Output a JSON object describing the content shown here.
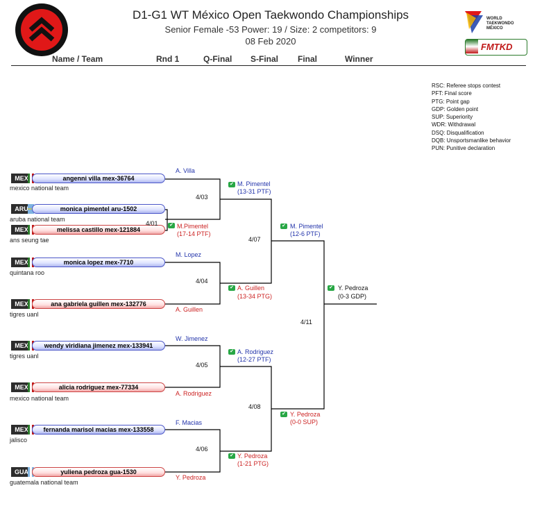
{
  "header": {
    "title": "D1-G1 WT México Open Taekwondo Championships",
    "subtitle": "Senior Female -53 Power: 19 / Size: 2 competitors: 9",
    "date": "08 Feb 2020",
    "logo_wt": "WORLD TAEKWONDO MÉXICO",
    "logo_fmtkd": "FMTKD"
  },
  "columns": [
    "Name / Team",
    "Rnd 1",
    "Q-Final",
    "S-Final",
    "Final",
    "Winner"
  ],
  "legend": [
    "RSC: Referee stops contest",
    "PFT: Final score",
    "PTG: Point gap",
    "GDP: Golden point",
    "SUP: Superiority",
    "WDR: Withdrawal",
    "DSQ: Disqualification",
    "DQB: Unsportsmanlike behavior",
    "PUN: Punitive declaration"
  ],
  "competitors": [
    {
      "flag": "MEX",
      "name": "angenni villa mex-36764",
      "team": "mexico national team",
      "color": "blue"
    },
    {
      "flag": "ARU",
      "name": "monica pimentel aru-1502",
      "team": "aruba national team",
      "color": "blue"
    },
    {
      "flag": "MEX",
      "name": "melissa castillo mex-121884",
      "team": "ans seung tae",
      "color": "red"
    },
    {
      "flag": "MEX",
      "name": "monica lopez mex-7710",
      "team": "quintana roo",
      "color": "blue"
    },
    {
      "flag": "MEX",
      "name": "ana gabriela guillen mex-132776",
      "team": "tigres uanl",
      "color": "red"
    },
    {
      "flag": "MEX",
      "name": "wendy viridiana jimenez mex-133941",
      "team": "tigres uanl",
      "color": "blue"
    },
    {
      "flag": "MEX",
      "name": "alicia rodriguez mex-77334",
      "team": "mexico national team",
      "color": "red"
    },
    {
      "flag": "MEX",
      "name": "fernanda marisol macias mex-133558",
      "team": "jalisco",
      "color": "blue"
    },
    {
      "flag": "GUA",
      "name": "yuliena pedroza gua-1530",
      "team": "guatemala national team",
      "color": "red"
    }
  ],
  "round1": {
    "match": "4/01",
    "winner": "M.Pimentel",
    "score": "(17-14 PTF)"
  },
  "qf_labels": {
    "a_blue": "A. Villa",
    "b_blue": "M. Lopez",
    "b_red": "A. Guillen",
    "c_blue": "W. Jimenez",
    "c_red": "A. Rodriguez",
    "d_blue": "F. Macias",
    "d_red": "Y. Pedroza"
  },
  "qf": [
    {
      "match": "4/03",
      "winner": "M. Pimentel",
      "score": "(13-31 PTF)",
      "color": "blue"
    },
    {
      "match": "4/04",
      "winner": "A. Guillen",
      "score": "(13-34 PTG)",
      "color": "red"
    },
    {
      "match": "4/05",
      "winner": "A. Rodriguez",
      "score": "(12-27 PTF)",
      "color": "blue"
    },
    {
      "match": "4/06",
      "winner": "Y. Pedroza",
      "score": "(1-21 PTG)",
      "color": "red"
    }
  ],
  "sf": [
    {
      "match": "4/07",
      "winner": "M. Pimentel",
      "score": "(12-6 PTF)",
      "color": "blue"
    },
    {
      "match": "4/08",
      "winner": "Y. Pedroza",
      "score": "(0-0 SUP)",
      "color": "red"
    }
  ],
  "final": {
    "match": "4/11",
    "winner": "Y. Pedroza",
    "score": "(0-3 GDP)"
  }
}
